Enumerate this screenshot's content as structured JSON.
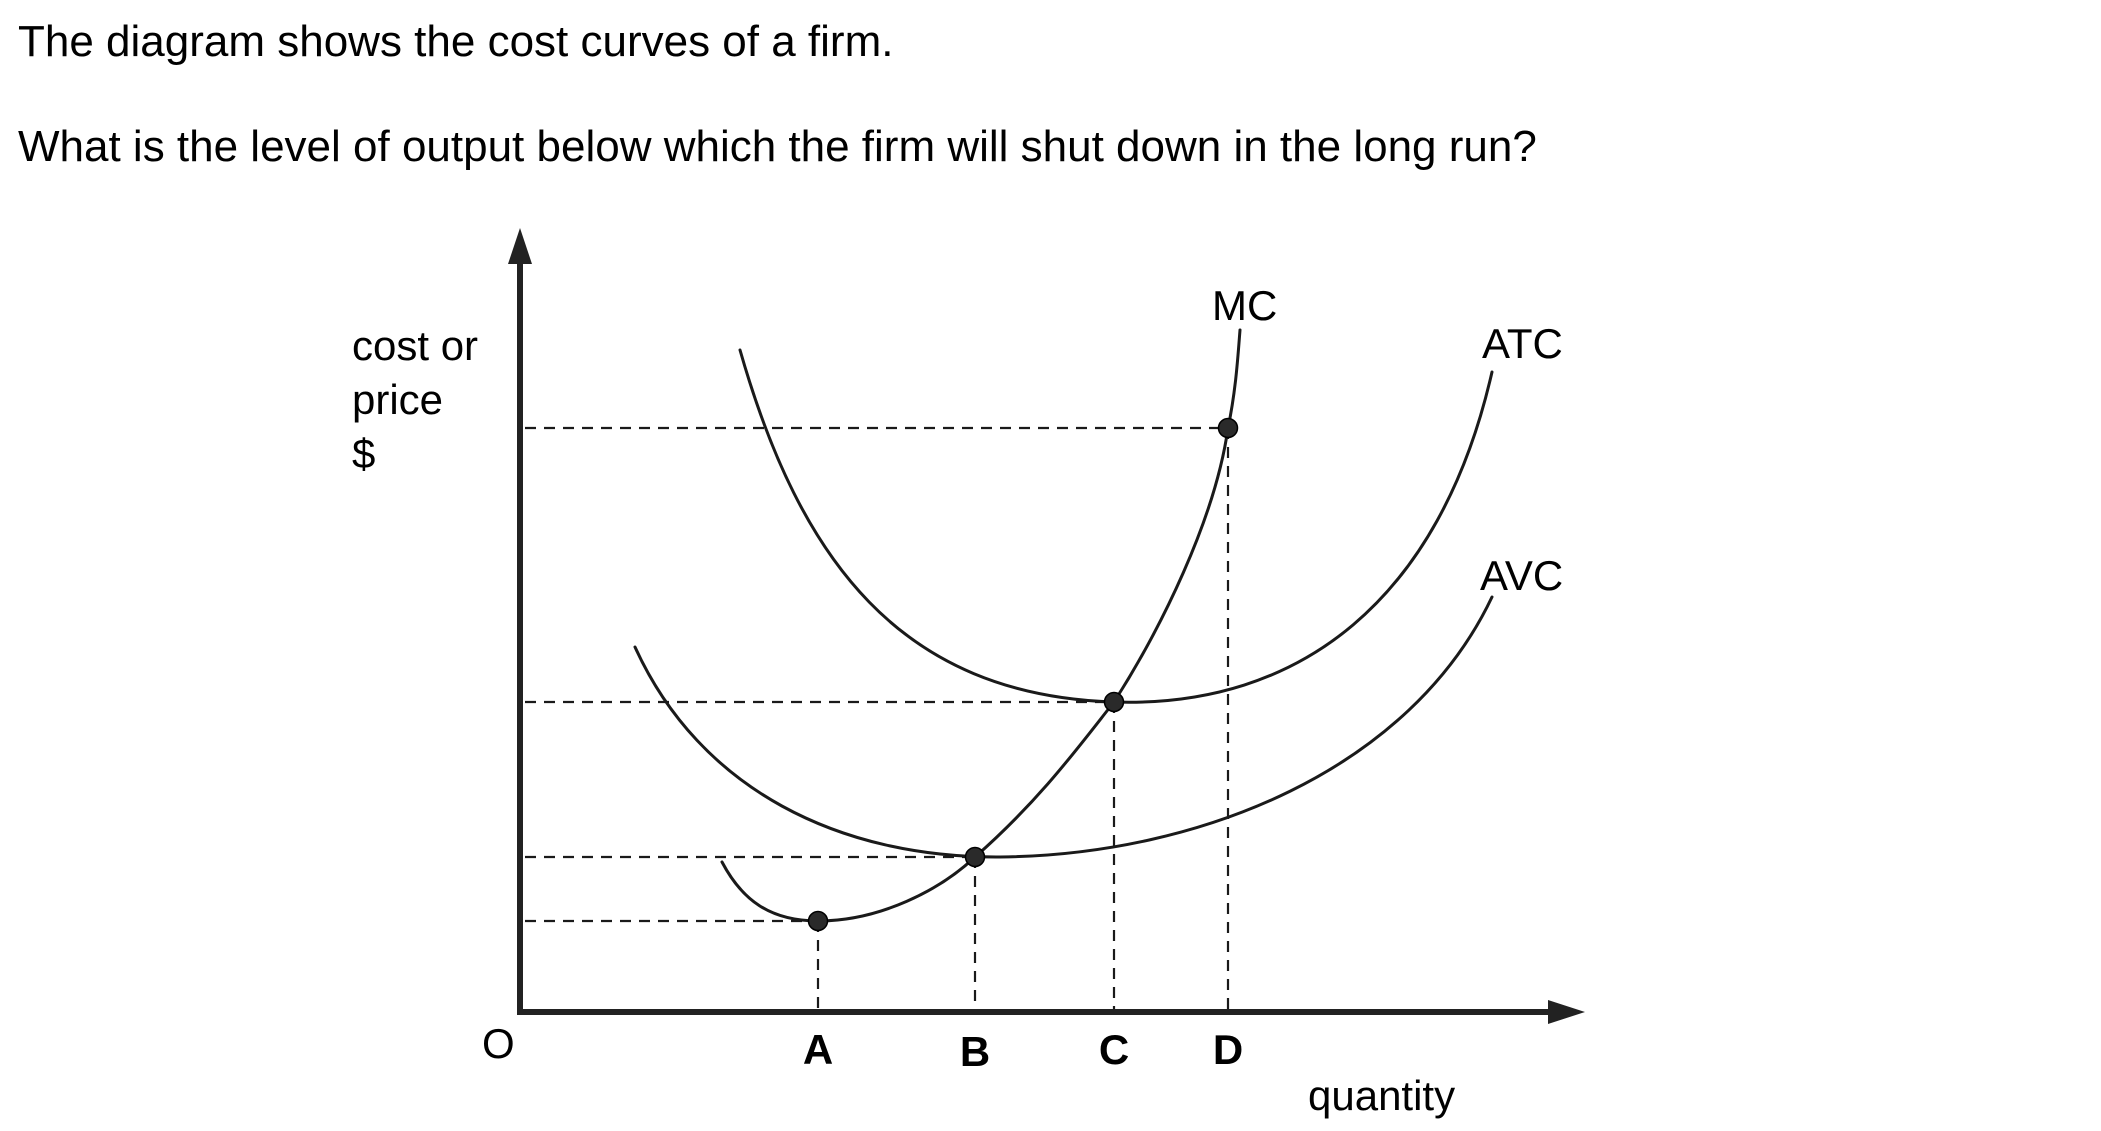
{
  "question": {
    "line1": "The diagram shows the cost curves of a firm.",
    "line2": "What is the level of output below which the firm will shut down in the long run?"
  },
  "diagram": {
    "y_axis_label": [
      "cost or",
      "price",
      "$"
    ],
    "x_axis_label": "quantity",
    "origin_label": "O",
    "curves": {
      "mc": "MC",
      "atc": "ATC",
      "avc": "AVC"
    },
    "quantity_marks": [
      "A",
      "B",
      "C",
      "D"
    ]
  }
}
